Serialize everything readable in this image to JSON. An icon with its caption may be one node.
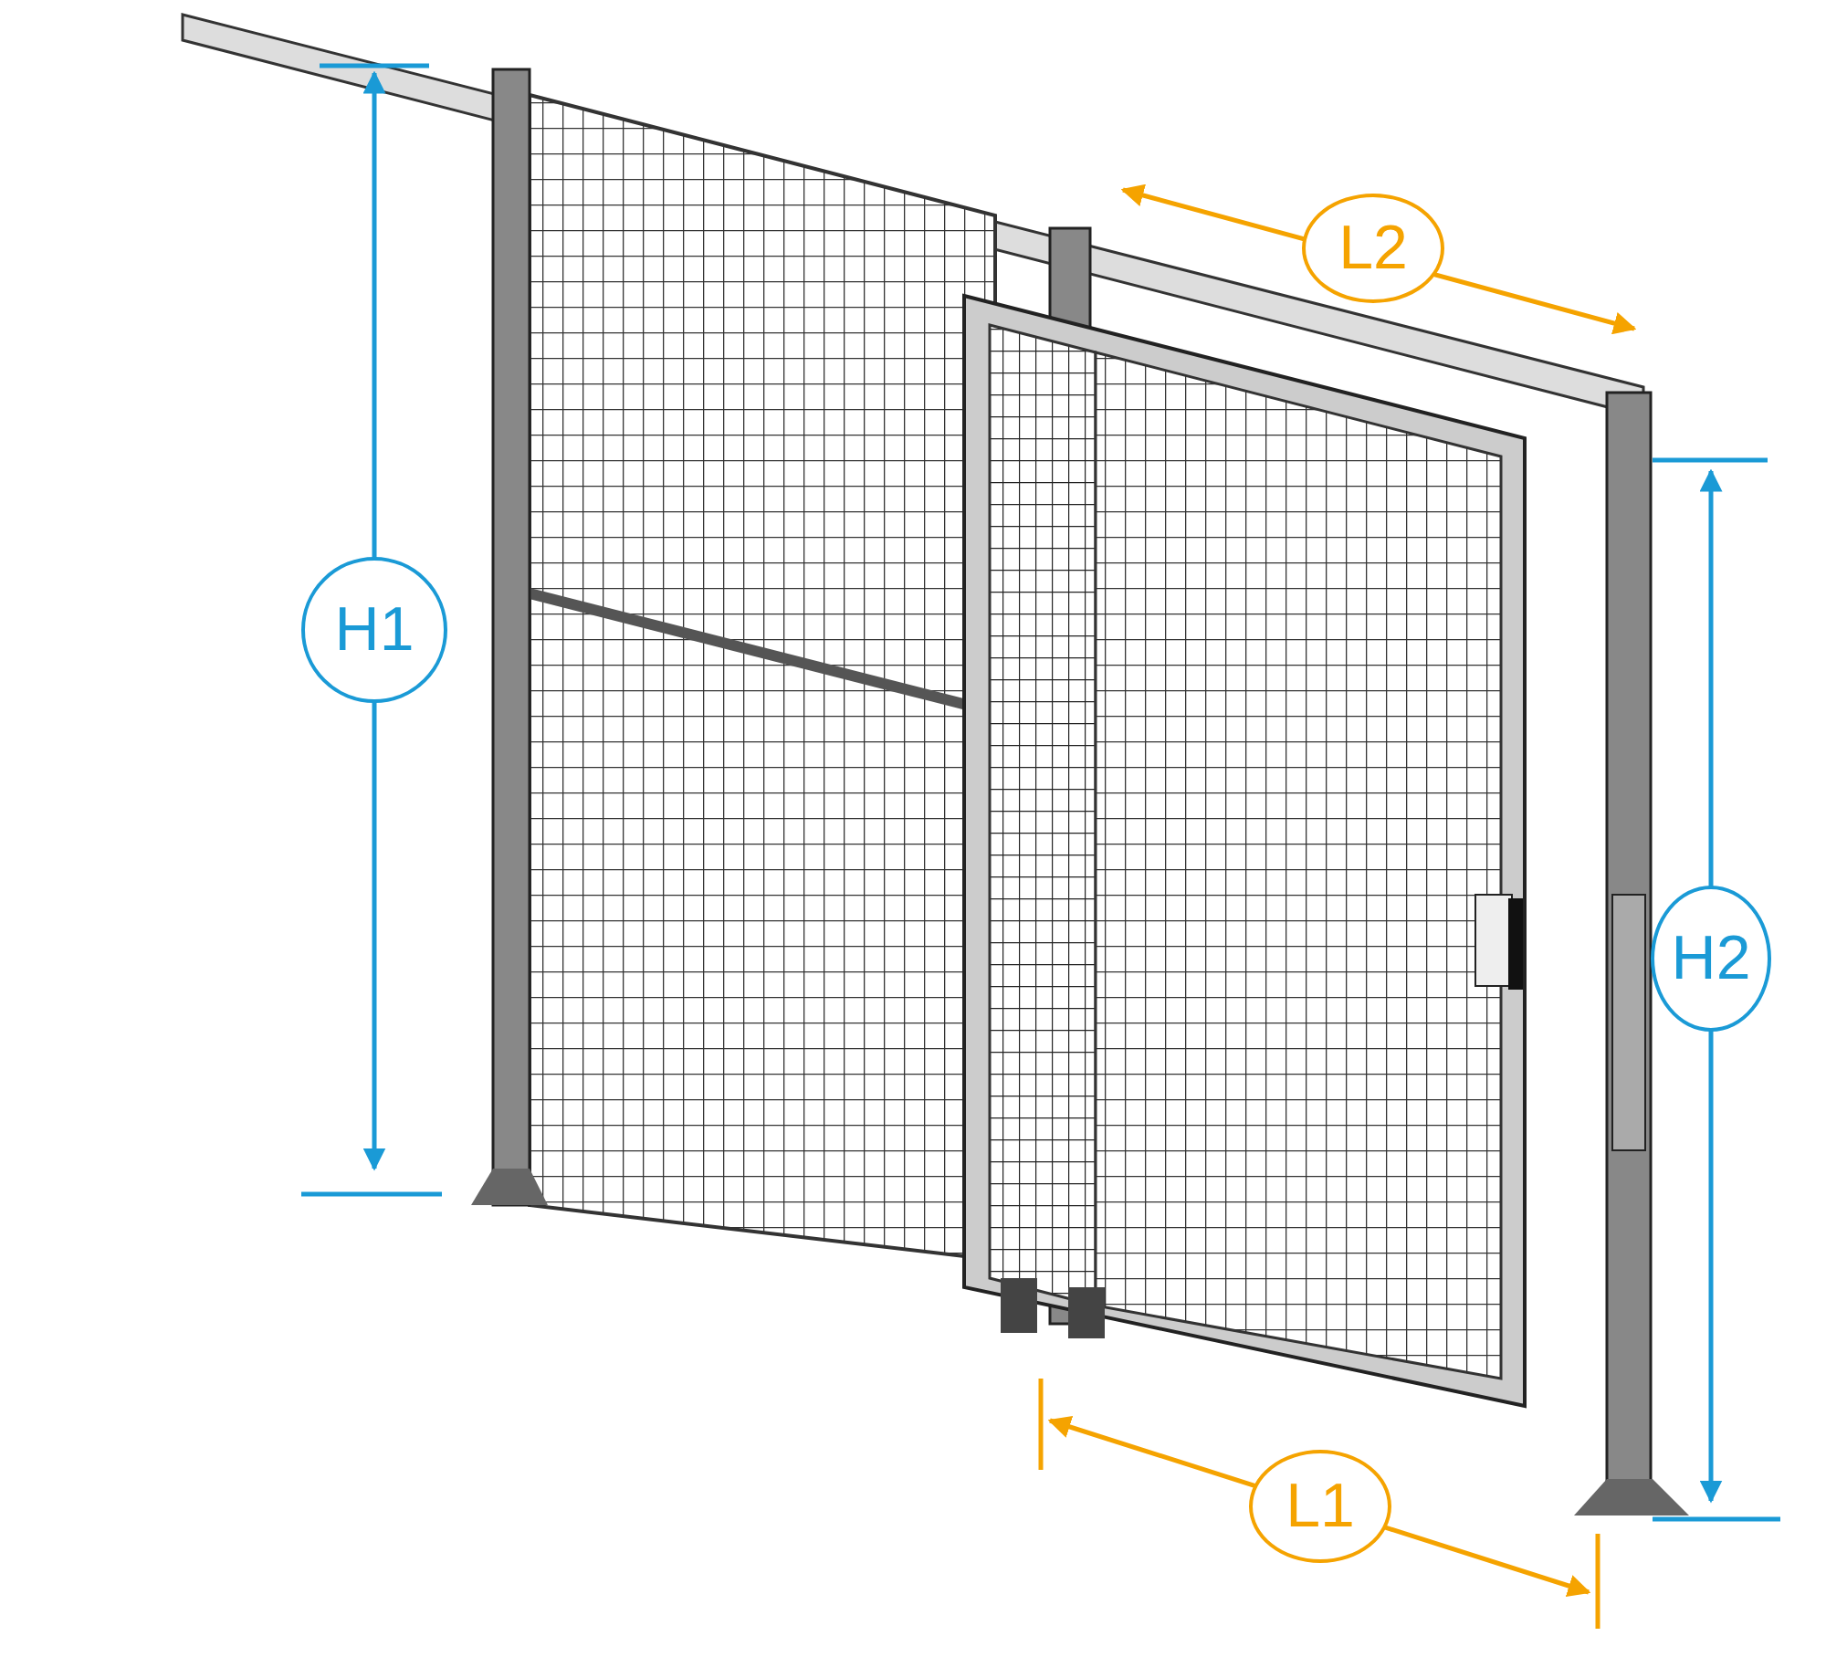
{
  "diagram": {
    "labels": [
      "L2",
      "H1",
      "H2",
      "L1"
    ]
  }
}
